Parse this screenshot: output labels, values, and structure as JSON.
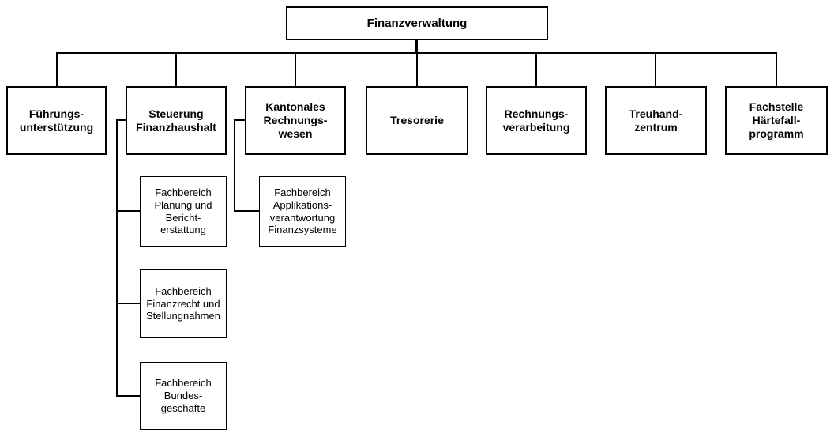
{
  "org": {
    "root_label": "Finanzverwaltung",
    "departments": [
      "Führungs-\nunterstützung",
      "Steuerung\nFinanzhaushalt",
      "Kantonales\nRechnungs-\nwesen",
      "Tresorerie",
      "Rechnungs-\nverarbeitung",
      "Treuhand-\nzentrum",
      "Fachstelle\nHärtefall-\nprogramm"
    ],
    "steuerung_children": [
      "Fachbereich\nPlanung und\nBericht-\nerstattung",
      "Fachbereich\nFinanzrecht und\nStellungnahmen",
      "Fachbereich\nBundes-\ngeschäfte"
    ],
    "kantonales_children": [
      "Fachbereich\nApplikations-\nverantwortung\nFinanzsysteme"
    ],
    "colors": {
      "line": "#000000",
      "box_border": "#000000",
      "box_fill": "#ffffff",
      "text": "#000000",
      "background": "#ffffff"
    }
  }
}
